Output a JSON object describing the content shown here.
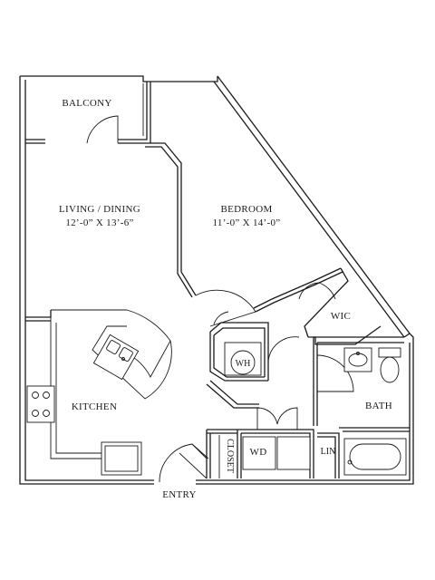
{
  "rooms": {
    "balcony": "BALCONY",
    "living_dining": "LIVING / DINING",
    "living_dims": "12’-0” X 13’-6”",
    "bedroom": "BEDROOM",
    "bedroom_dims": "11’-0” X 14’-0”",
    "wic": "WIC",
    "wh": "WH",
    "kitchen": "KITCHEN",
    "bath": "BATH",
    "closet": "CLOSET",
    "wd": "WD",
    "lin": "LIN",
    "entry": "ENTRY"
  }
}
